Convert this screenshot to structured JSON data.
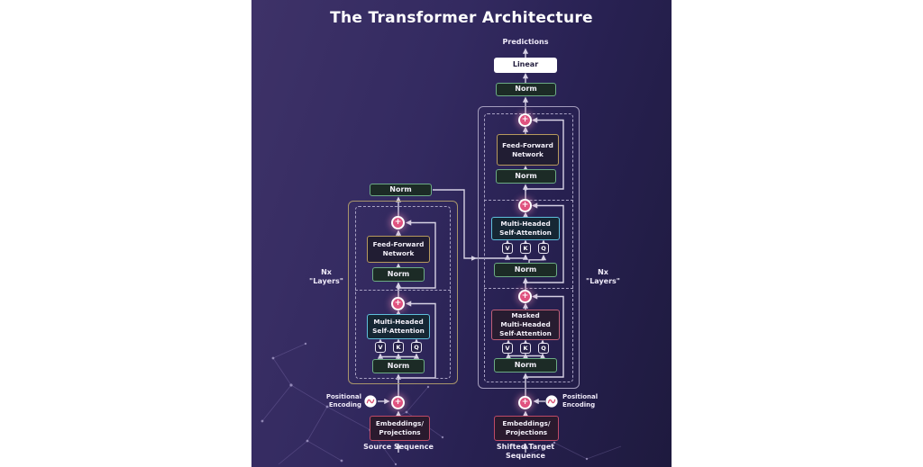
{
  "title": "The Transformer Architecture",
  "labels": {
    "predictions": "Predictions",
    "linear": "Linear",
    "norm": "Norm",
    "ffn1": "Feed-Forward",
    "ffn2": "Network",
    "mhsa1": "Multi-Headed",
    "mhsa2": "Self-Attention",
    "masked": "Masked",
    "emb1": "Embeddings/",
    "emb2": "Projections",
    "v": "V",
    "k": "K",
    "q": "Q",
    "plus": "+",
    "pos1": "Positional",
    "pos2": "Encoding",
    "nx": "Nx",
    "layers": "\"Layers\"",
    "source": "Source Sequence",
    "shifted1": "Shifted Target",
    "shifted2": "Sequence"
  },
  "colors": {
    "accent_pink": "#e05380",
    "norm_green": "#6cab85",
    "ffn_gold": "#b79a5d",
    "attn_cyan": "#5fc0dd",
    "masked_rose": "#c05f77",
    "emb_crimson": "#c04a66",
    "line": "#d6d1e4",
    "background_left": "#3e3268",
    "background_right": "#1e1a3e"
  }
}
